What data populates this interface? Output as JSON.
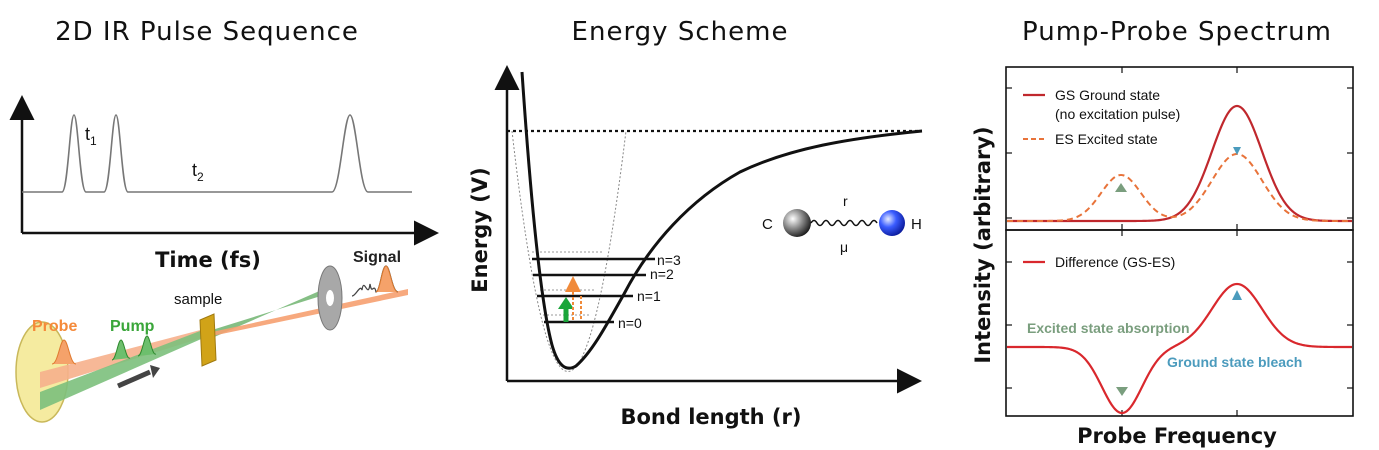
{
  "panels": {
    "pulse": {
      "title": "2D IR Pulse Sequence",
      "t1": "t",
      "t1_sub": "1",
      "t2": "t",
      "t2_sub": "2",
      "xlabel": "Time (fs)",
      "probe": "Probe",
      "pump": "Pump",
      "sample": "sample",
      "signal": "Signal"
    },
    "energy": {
      "title": "Energy Scheme",
      "xlabel": "Bond length (r)",
      "ylabel": "Energy (V)",
      "levels": [
        "n=0",
        "n=1",
        "n=2",
        "n=3"
      ],
      "atom_c": "C",
      "atom_h": "H",
      "r": "r",
      "mu": "μ"
    },
    "spectrum": {
      "title": "Pump-Probe Spectrum",
      "ylabel": "Intensity (arbitrary)",
      "xlabel": "Probe Frequency",
      "legend_gs_1": "GS Ground state",
      "legend_gs_2": "(no excitation pulse)",
      "legend_es": "ES Excited state",
      "legend_diff": "Difference (GS-ES)",
      "esa": "Excited state absorption",
      "gsb": "Ground state bleach"
    }
  },
  "colors": {
    "probe": "#f58a3a",
    "pump": "#3aa63a",
    "gs": "#c0282d",
    "es": "#e8733a",
    "diff": "#d9282d",
    "esa": "#7a9e7e",
    "gsb": "#4b9bbd"
  }
}
